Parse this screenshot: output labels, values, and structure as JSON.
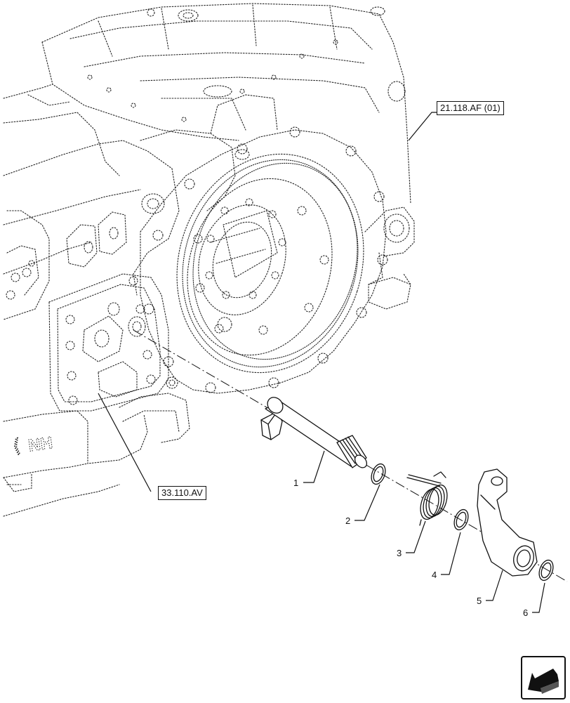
{
  "references": [
    {
      "id": "ref-21118",
      "label": "21.118.AF (01)"
    },
    {
      "id": "ref-33110",
      "label": "33.110.AV"
    }
  ],
  "callouts": [
    {
      "number": "1"
    },
    {
      "number": "2"
    },
    {
      "number": "3"
    },
    {
      "number": "4"
    },
    {
      "number": "5"
    },
    {
      "number": "6"
    }
  ],
  "housing_logo": "NH",
  "icons": {
    "navigation": "previous-page-arrow-icon"
  }
}
